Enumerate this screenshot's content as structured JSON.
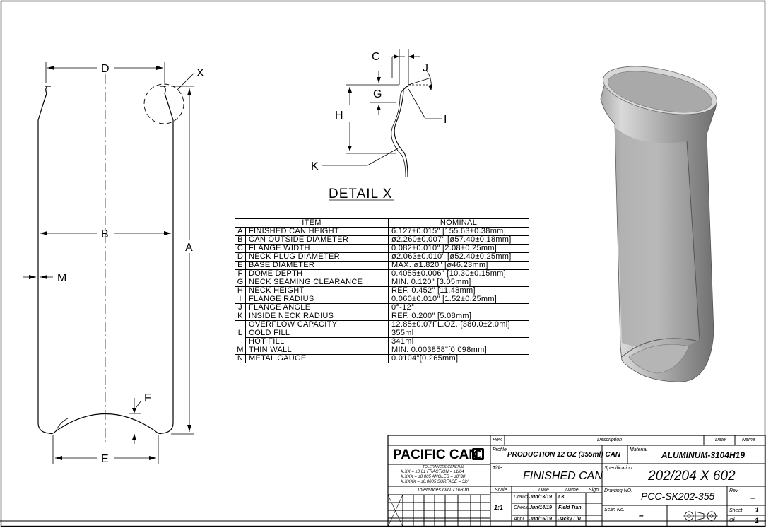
{
  "detail": {
    "title": "DETAIL X",
    "labels": {
      "c": "C",
      "j": "J",
      "g": "G",
      "h": "H",
      "i": "I",
      "k": "K"
    }
  },
  "can_view": {
    "labels": {
      "d": "D",
      "x": "X",
      "b": "B",
      "a": "A",
      "m": "M",
      "f": "F",
      "e": "E"
    }
  },
  "spec_table": {
    "headers": {
      "item": "ITEM",
      "nominal": "NOMINAL"
    },
    "rows": [
      {
        "key": "A",
        "item": "FINISHED CAN HEIGHT",
        "nominal": "6.127±0.015\" [155.63±0.38mm]"
      },
      {
        "key": "B",
        "item": "CAN OUTSIDE DIAMETER",
        "nominal": "ø2.260±0.007\" [ø57.40±0.18mm]"
      },
      {
        "key": "C",
        "item": "FLANGE WIDTH",
        "nominal": "0.082±0.010\" [2.08±0.25mm]"
      },
      {
        "key": "D",
        "item": "NECK PLUG DIAMETER",
        "nominal": "ø2.063±0.010\" [ø52.40±0.25mm]"
      },
      {
        "key": "E",
        "item": "BASE DIAMETER",
        "nominal": "MAX. ø1.820\" [ø46.23mm]"
      },
      {
        "key": "F",
        "item": "DOME DEPTH",
        "nominal": "0.4055±0.006\" [10.30±0.15mm]"
      },
      {
        "key": "G",
        "item": "NECK SEAMING CLEARANCE",
        "nominal": "MIN. 0.120\" [3.05mm]"
      },
      {
        "key": "H",
        "item": "NECK HEIGHT",
        "nominal": "REF. 0.452\" [11.48mm]"
      },
      {
        "key": "I",
        "item": "FLANGE RADIUS",
        "nominal": "0.060±0.010\" [1.52±0.25mm]"
      },
      {
        "key": "J",
        "item": "FLANGE ANGLE",
        "nominal": "0°-12°"
      },
      {
        "key": "K",
        "item": "INSIDE NECK RADIUS",
        "nominal": "REF. 0.200\" [5.08mm]"
      }
    ],
    "l_key": "L",
    "l_rows": [
      {
        "item": "OVERFLOW CAPACITY",
        "nominal": "12.85±0.07FL.OZ. [380.0±2.0ml]"
      },
      {
        "item": "COLD FILL",
        "nominal": "355ml"
      },
      {
        "item": "HOT FILL",
        "nominal": "341ml"
      }
    ],
    "tail_rows": [
      {
        "key": "M",
        "item": "THIN WALL",
        "nominal": "MIN. 0.003858\"[0.098mm]"
      },
      {
        "key": "N",
        "item": "METAL GAUGE",
        "nominal": "0.0104\"[0.265mm]"
      }
    ]
  },
  "title_block": {
    "company": "PACIFIC CAN",
    "tolerances_heading": "TOLERANCES GENERAL",
    "tolerances_line1": "X.XX = ±0.01 FRACTION = ±1/64",
    "tolerances_line2": "X.XXX = ±0.005 ANGLES = ±0°30'",
    "tolerances_line3": "X.XXXX = ±0.0005 SURFACE = 32/",
    "tolerances_din": "Tolerances DIN 7168 m",
    "hdr_rev": "Rev.",
    "hdr_description": "Description",
    "hdr_date": "Date",
    "hdr_name": "Name",
    "profile_label": "Profile",
    "profile_value": "PRODUCTION 12 OZ (355ml) CAN",
    "material_label": "Material",
    "material_value": "ALUMINUM-3104H19",
    "title_label": "Title",
    "title_value": "FINISHED CAN",
    "specification_label": "Specification",
    "specification_value": "202/204 X 602",
    "scale_label": "Scale",
    "scale_value": "1:1",
    "col_date": "Date",
    "col_name": "Name",
    "col_sign": "Sign",
    "drawn_label": "Drawn",
    "drawn_date": "Jun/13/19",
    "drawn_name": "LK",
    "check_label": "Check.",
    "check_date": "Jun/14/19",
    "check_name": "Field Tian",
    "appr_label": "Appr.",
    "appr_date": "Jun/15/19",
    "appr_name": "Jacky Liu",
    "drawing_no_label": "Drawing NO.",
    "drawing_no_value": "PCC-SK202-355",
    "rev_label": "Rev",
    "rev_value": "–",
    "scan_no_label": "Scan No.",
    "scan_no_value": "–",
    "sheet_label": "Sheet",
    "sheet_value": "1",
    "of_label": "Of",
    "of_value": "1"
  }
}
